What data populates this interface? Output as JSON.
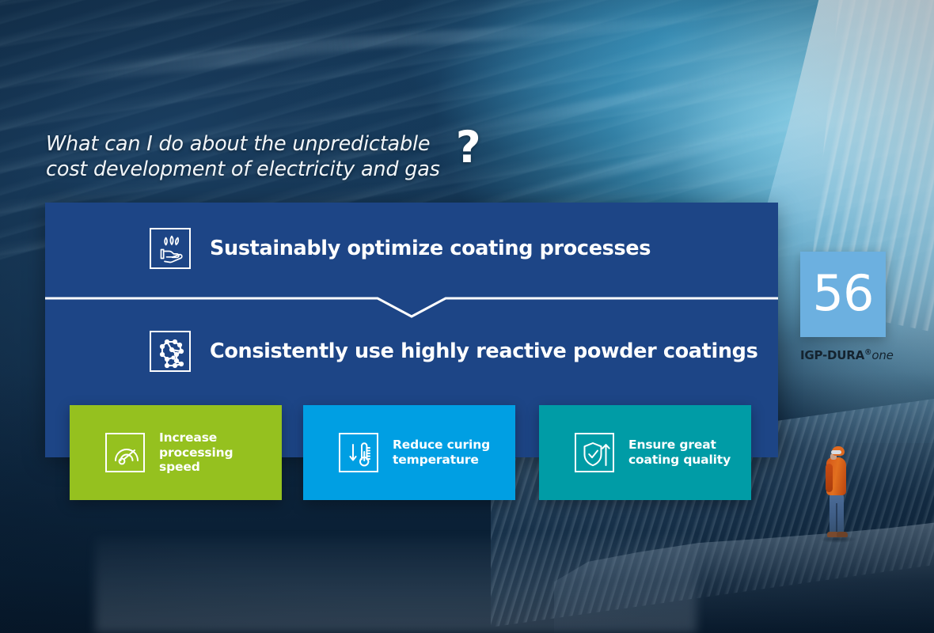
{
  "headline": {
    "text": "What can I do about the unpredictable\ncost development of electricity and gas",
    "question_mark": "?"
  },
  "panel": {
    "background_color": "#1d4586",
    "rows": [
      {
        "icon": "hand-holding-leaves-icon",
        "label": "Sustainably optimize coating processes"
      },
      {
        "icon": "molecule-network-icon",
        "label": "Consistently use highly reactive powder coatings"
      }
    ],
    "divider": "chevron-divider"
  },
  "cards": [
    {
      "icon": "speedometer-icon",
      "label": "Increase\nprocessing\nspeed",
      "color": "#95c11f"
    },
    {
      "icon": "thermometer-down-icon",
      "label": "Reduce curing\ntemperature",
      "color": "#009fe3"
    },
    {
      "icon": "shield-check-up-arrow-icon",
      "label": "Ensure great\ncoating quality",
      "color": "#009ca6"
    }
  ],
  "badge": {
    "number": "56",
    "color": "#6cb0e0",
    "brand_main": "IGP-DURA",
    "brand_reg": "®",
    "brand_suffix": "one"
  },
  "scene": {
    "photo": "ice-cave-photo",
    "person": "person-in-orange-jacket"
  }
}
